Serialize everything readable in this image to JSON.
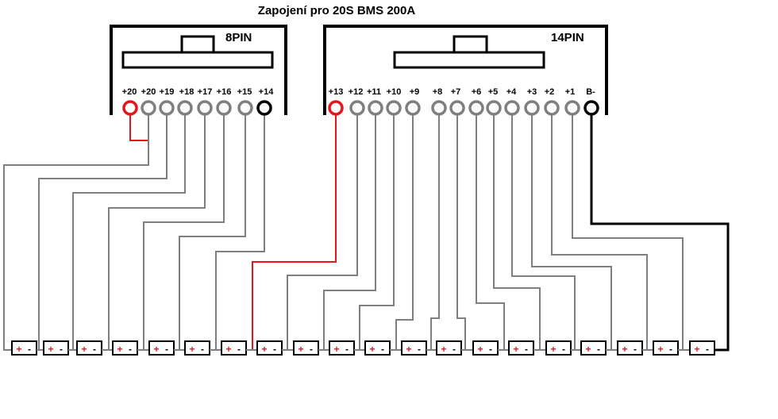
{
  "title": "Zapojení pro 20S BMS 200A",
  "colors": {
    "wire": "#7f7f7f",
    "wire_red": "#e8141c",
    "wire_black": "#000000",
    "pin_default": "#7f7f7f",
    "pin_first": "#e8141c",
    "pin_ground": "#000000",
    "plus": "#e8141c",
    "minus": "#000000"
  },
  "connector_8pin": {
    "name": "8PIN",
    "pins": [
      "+20",
      "+20",
      "+19",
      "+18",
      "+17",
      "+16",
      "+15",
      "+14"
    ]
  },
  "connector_14pin": {
    "name": "14PIN",
    "pins": [
      "+13",
      "+12",
      "+11",
      "+10",
      "+9",
      "+8",
      "+7",
      "+6",
      "+5",
      "+4",
      "+3",
      "+2",
      "+1",
      "B-"
    ]
  },
  "cells": {
    "count": 20,
    "plus_symbol": "+",
    "minus_symbol": "-"
  }
}
